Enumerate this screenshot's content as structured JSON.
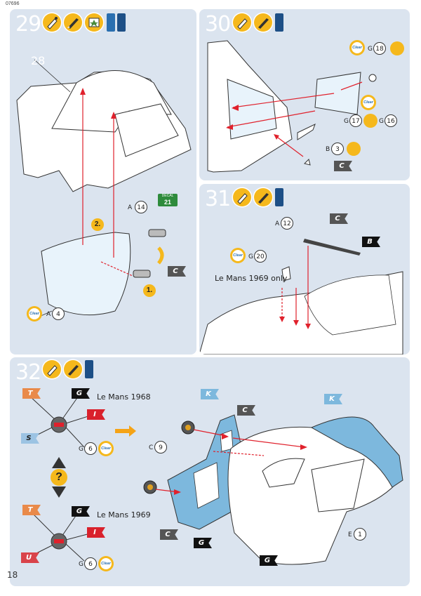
{
  "header": {
    "code": "07696"
  },
  "footer": {
    "page_number": "18"
  },
  "step29": {
    "number": "29",
    "ref_part": "28",
    "decal_label": "DECAL",
    "decal_number": "21",
    "part_a14_letter": "A",
    "part_a14_num": "14",
    "flag_c": "C",
    "order_1": "1.",
    "order_2": "2.",
    "clear_label": "Clear",
    "part_a4_letter": "A",
    "part_a4_num": "4"
  },
  "step30": {
    "number": "30",
    "clear_label": "Clear",
    "part_g18_letter": "G",
    "part_g18_num": "18",
    "part_g17_letter": "G",
    "part_g17_num": "17",
    "part_g16_letter": "G",
    "part_g16_num": "16",
    "part_b3_letter": "B",
    "part_b3_num": "3",
    "flag_c": "C"
  },
  "step31": {
    "number": "31",
    "part_a12_letter": "A",
    "part_a12_num": "12",
    "flag_c": "C",
    "flag_b": "B",
    "clear_label": "Clear",
    "part_g20_letter": "G",
    "part_g20_num": "20",
    "lemans_note": "Le Mans 1969 only"
  },
  "step32": {
    "number": "32",
    "lemans_1968": "Le Mans 1968",
    "lemans_1969": "Le Mans 1969",
    "flags_1968": {
      "t": "T",
      "g": "G",
      "i": "I",
      "s": "S"
    },
    "flags_1969": {
      "t": "T",
      "g": "G",
      "i": "I",
      "u": "U"
    },
    "part_g6_letter": "G",
    "part_g6_num": "6",
    "clear_label": "Clear",
    "question": "?",
    "part_c9_letter": "C",
    "part_c9_num": "9",
    "part_e1_letter": "E",
    "part_e1_num": "1",
    "flag_k": "K",
    "flag_c": "C",
    "flag_g": "G"
  },
  "colors": {
    "panel": "#dbe4ef",
    "accent_orange": "#f5b81c",
    "arrow_red": "#e0212c",
    "part_blue": "#7db8dd"
  }
}
